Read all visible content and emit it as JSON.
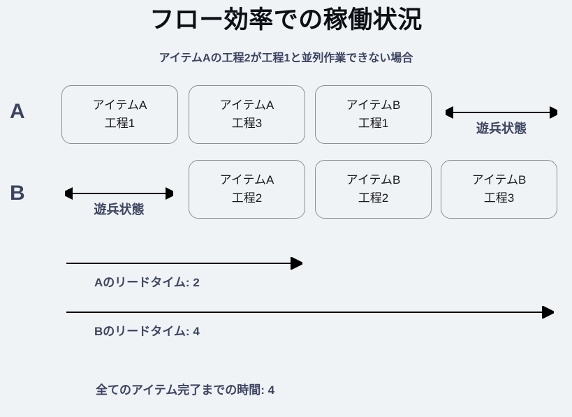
{
  "header": {
    "title": "フロー効率での稼働状況",
    "subtitle": "アイテムAの工程2が工程1と並列作業できない場合"
  },
  "colors": {
    "background": "#f0f3f5",
    "title_text": "#0c0f14",
    "accent_navy": "#3c4461",
    "box_border": "#8a8f93",
    "box_text": "#17191c",
    "arrow": "#000000"
  },
  "rows": [
    {
      "label": "A",
      "boxes": [
        {
          "item": "アイテムA",
          "process": "工程1"
        },
        {
          "item": "アイテムA",
          "process": "工程3"
        },
        {
          "item": "アイテムB",
          "process": "工程1"
        }
      ],
      "idle": {
        "label": "遊兵状態",
        "position": "right"
      }
    },
    {
      "label": "B",
      "boxes": [
        {
          "item": "アイテムA",
          "process": "工程2"
        },
        {
          "item": "アイテムB",
          "process": "工程2"
        },
        {
          "item": "アイテムB",
          "process": "工程3"
        }
      ],
      "idle": {
        "label": "遊兵状態",
        "position": "left"
      }
    }
  ],
  "leadtimes": [
    {
      "label": "Aのリードタイム: 2",
      "value": 2
    },
    {
      "label": "Bのリードタイム: 4",
      "value": 4
    }
  ],
  "summary": {
    "label": "全てのアイテム完了までの時間: 4",
    "value": 4
  }
}
